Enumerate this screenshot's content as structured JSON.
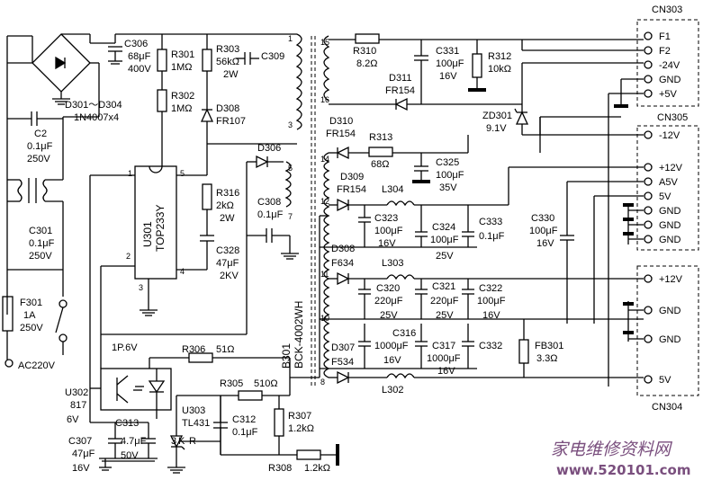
{
  "diagram": {
    "bridge": {
      "ref": "D301～D304",
      "value": "1N4007x4"
    },
    "C2": {
      "ref": "C2",
      "value": "0.1μF",
      "voltage": "250V"
    },
    "C301": {
      "ref": "C301",
      "value": "0.1μF",
      "voltage": "250V"
    },
    "F301": {
      "ref": "F301",
      "value": "1A",
      "voltage": "250V"
    },
    "ac_input": "AC220V",
    "C306": {
      "ref": "C306",
      "value": "68μF",
      "voltage": "400V"
    },
    "R301": {
      "ref": "R301",
      "value": "1MΩ"
    },
    "R302": {
      "ref": "R302",
      "value": "1MΩ"
    },
    "R303": {
      "ref": "R303",
      "value": "56kΩ",
      "power": "2W"
    },
    "C309": {
      "ref": "C309"
    },
    "D308a": {
      "ref": "D308",
      "value": "FR107"
    },
    "D306": {
      "ref": "D306"
    },
    "C308": {
      "ref": "C308",
      "value": "0.1μF"
    },
    "U301": {
      "ref": "U301",
      "part": "TOP233Y"
    },
    "R316": {
      "ref": "R316",
      "value": "2kΩ",
      "power": "2W"
    },
    "C328": {
      "ref": "C328",
      "value": "47μF",
      "voltage": "2KV"
    },
    "transformer": {
      "ref": "B301",
      "part": "BCK-4002WH"
    },
    "R310": {
      "ref": "R310",
      "value": "8.2Ω"
    },
    "C331": {
      "ref": "C331",
      "value": "100μF",
      "voltage": "16V"
    },
    "R312": {
      "ref": "R312",
      "value": "10kΩ"
    },
    "D311": {
      "ref": "D311",
      "value": "FR154"
    },
    "D310": {
      "ref": "D310",
      "value": "FR154"
    },
    "R313": {
      "ref": "R313",
      "value": "68Ω"
    },
    "C325": {
      "ref": "C325",
      "value": "100μF",
      "voltage": "35V"
    },
    "ZD301": {
      "ref": "ZD301",
      "value": "9.1V"
    },
    "D309": {
      "ref": "D309",
      "value": "FR154"
    },
    "L304": {
      "ref": "L304"
    },
    "C323": {
      "ref": "C323",
      "value": "100μF",
      "voltage": "16V"
    },
    "C324": {
      "ref": "C324",
      "value": "100μF",
      "voltage": "25V"
    },
    "C333": {
      "ref": "C333",
      "value": "0.1μF"
    },
    "C330": {
      "ref": "C330",
      "value": "100μF",
      "voltage": "16V"
    },
    "D308b": {
      "ref": "D308",
      "value": "F634"
    },
    "L303": {
      "ref": "L303"
    },
    "C320": {
      "ref": "C320",
      "value": "220μF",
      "voltage": "25V"
    },
    "C321": {
      "ref": "C321",
      "value": "220μF",
      "voltage": "25V"
    },
    "C322": {
      "ref": "C322",
      "value": "100μF",
      "voltage": "16V"
    },
    "D307": {
      "ref": "D307",
      "value": "F534"
    },
    "C316": {
      "ref": "C316",
      "value": "1000μF",
      "voltage": "16V"
    },
    "C317": {
      "ref": "C317",
      "value": "1000μF",
      "voltage": "16V"
    },
    "C332": {
      "ref": "C332"
    },
    "FB301": {
      "ref": "FB301",
      "value": "3.3Ω"
    },
    "L302": {
      "ref": "L302"
    },
    "U302": {
      "ref": "U302",
      "part": "817"
    },
    "opto_v1": "1P.6V",
    "opto_v2": "6V",
    "R306": {
      "ref": "R306",
      "value": "51Ω"
    },
    "R305": {
      "ref": "R305",
      "value": "510Ω"
    },
    "U303": {
      "ref": "U303",
      "part": "TL431"
    },
    "C312": {
      "ref": "C312",
      "value": "0.1μF"
    },
    "R307": {
      "ref": "R307",
      "value": "1.2kΩ"
    },
    "R308": {
      "ref": "R308",
      "value": "1.2kΩ"
    },
    "C313": {
      "ref": "C313",
      "value": "4.7μF",
      "voltage": "50V"
    },
    "C307": {
      "ref": "C307",
      "value": "47μF",
      "voltage": "16V"
    },
    "tl431_pins": {
      "k": "K",
      "r": "R",
      "pin3": "3"
    },
    "u301_pins": {
      "p1": "1",
      "p2": "2",
      "p3": "3",
      "p4": "4",
      "p5": "5"
    },
    "winding_pins": {
      "w1": "1",
      "w3": "3",
      "w5": "5",
      "w7": "7",
      "w8": "8",
      "w10": "10",
      "w11": "11",
      "w12": "12",
      "w14": "14",
      "w15": "15",
      "w16": "16"
    }
  },
  "connectors": {
    "cn303": {
      "title": "CN303",
      "pins": [
        "F1",
        "F2",
        "-24V",
        "GND",
        "+5V"
      ]
    },
    "cn305": {
      "title": "CN305",
      "pins": [
        "-12V",
        "+12V",
        "A5V",
        "5V",
        "GND",
        "GND",
        "GND"
      ]
    },
    "cn304": {
      "title": "CN304",
      "pins": [
        "+12V",
        "GND",
        "GND",
        "5V"
      ]
    }
  },
  "watermark": {
    "cn": "家电维修资料网",
    "url": "www.520101.com"
  }
}
